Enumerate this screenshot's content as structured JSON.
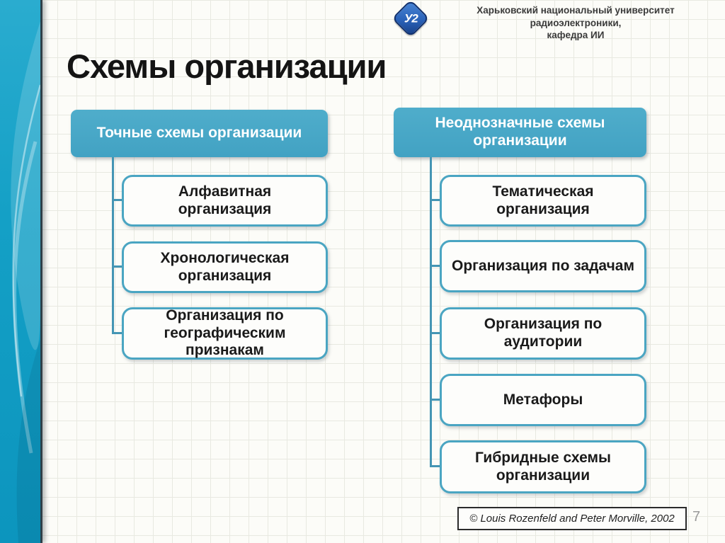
{
  "header": {
    "university_line1": "Харьковский национальный университет радиоэлектроники,",
    "university_line2": "кафедра ИИ",
    "logo_text": "У2"
  },
  "title": "Схемы организации",
  "trees": [
    {
      "header": "Точные схемы организации",
      "children": [
        "Алфавитная\nорганизация",
        "Хронологическая\nорганизация",
        "Организация по\nгеографическим\nпризнакам"
      ]
    },
    {
      "header": "Неоднозначные схемы\nорганизации",
      "children": [
        "Тематическая\nорганизация",
        "Организация по задачам",
        "Организация по\nаудитории",
        "Метафоры",
        "Гибридные схемы\nорганизации"
      ]
    }
  ],
  "footer": {
    "copyright": "© Louis Rozenfeld and Peter Morville, 2002",
    "page_number": "7"
  },
  "colors": {
    "node_fill": "#43a3c4",
    "node_border": "#4aa5c2",
    "connector": "#4495b4",
    "sidebar_teal": "#14a0c6",
    "logo_blue": "#2a62b8"
  }
}
